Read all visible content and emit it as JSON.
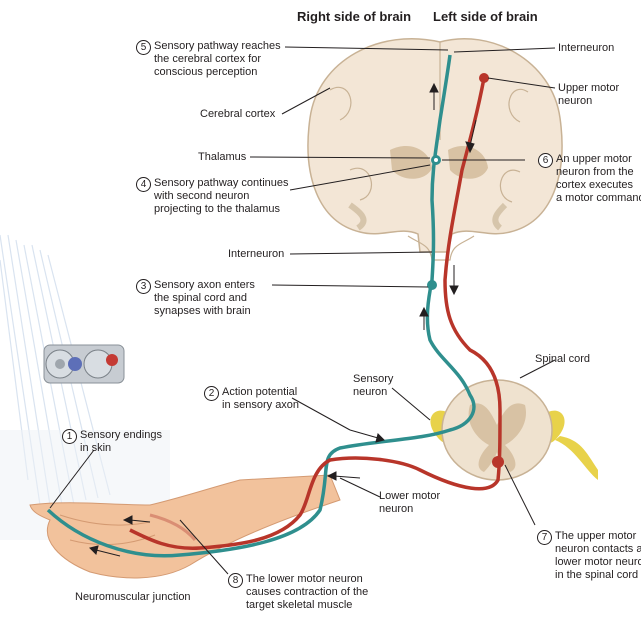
{
  "headers": {
    "right_side": "Right side of brain",
    "left_side": "Left side of brain"
  },
  "steps": [
    {
      "number": "5",
      "lines": [
        "Sensory pathway reaches",
        "the cerebral cortex for",
        "conscious perception"
      ]
    },
    {
      "number": "4",
      "lines": [
        "Sensory pathway continues",
        "with second neuron",
        "projecting to the thalamus"
      ]
    },
    {
      "number": "3",
      "lines": [
        "Sensory axon enters",
        "the spinal cord and",
        "synapses with brain"
      ]
    },
    {
      "number": "2",
      "lines": [
        "Action potential",
        "in sensory axon"
      ]
    },
    {
      "number": "1",
      "lines": [
        "Sensory endings",
        "in skin"
      ]
    },
    {
      "number": "6",
      "lines": [
        "An upper motor",
        "neuron from the",
        "cortex executes",
        "a motor command"
      ]
    },
    {
      "number": "7",
      "lines": [
        "The upper motor",
        "neuron contacts a",
        "lower motor neuron",
        "in the spinal cord"
      ]
    },
    {
      "number": "8",
      "lines": [
        "The  lower motor neuron",
        "causes contraction of the",
        "target skeletal muscle"
      ]
    }
  ],
  "labels": {
    "cerebral_cortex": "Cerebral cortex",
    "thalamus": "Thalamus",
    "interneuron_left": "Interneuron",
    "interneuron_right": "Interneuron",
    "upper_motor_neuron": [
      "Upper motor",
      "neuron"
    ],
    "spinal_cord": "Spinal cord",
    "sensory_neuron": [
      "Sensory",
      "neuron"
    ],
    "lower_motor_neuron": [
      "Lower motor",
      "neuron"
    ],
    "neuromuscular_junction": "Neuromuscular junction"
  },
  "colors": {
    "sensory_pathway": "#2f8f8e",
    "motor_pathway": "#b8352a",
    "brain_fill": "#f3e6d6",
    "white_matter": "#efe2cf",
    "gray_matter": "#d8c2a4",
    "spinal_ganglion": "#e8d24a",
    "skin": "#f2c29c"
  }
}
